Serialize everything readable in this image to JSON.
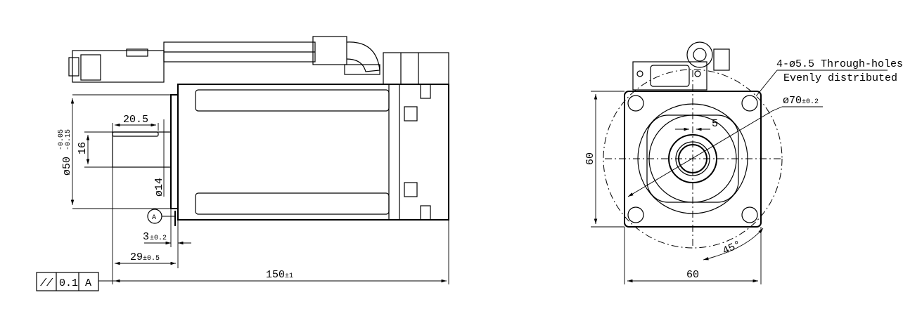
{
  "side_view": {
    "dim_key_length": "20.5",
    "dim_key_height": "16",
    "dim_pilot_diameter": "ø50",
    "dim_pilot_tol_upper": "-0.05",
    "dim_pilot_tol_lower": "-0.15",
    "dim_shaft_diameter": "ø14",
    "datum_label": "A",
    "dim_flange_thickness": "3",
    "dim_flange_tol": "±0.2",
    "dim_shaft_length": "29",
    "dim_shaft_tol": "±0.5",
    "dim_total_length": "150",
    "dim_total_tol": "±1",
    "tolerance_frame": {
      "symbol": "//",
      "value": "0.1",
      "datum": "A"
    }
  },
  "front_view": {
    "holes_note_line1": "4-ø5.5 Through-holes",
    "holes_note_line2": "Evenly distributed",
    "dim_bolt_circle": "ø70",
    "dim_bolt_circle_tol": "±0.2",
    "dim_key_offset": "5",
    "dim_height": "60",
    "dim_width": "60",
    "dim_angle": "45°"
  }
}
